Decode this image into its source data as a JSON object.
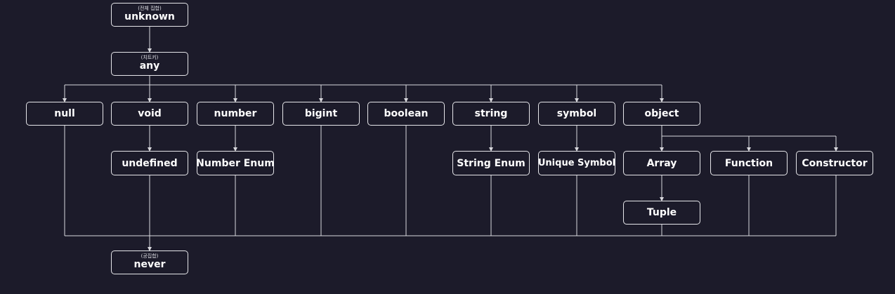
{
  "nodes": {
    "unknown": {
      "label": "unknown",
      "sub": "(전체 집합)"
    },
    "any": {
      "label": "any",
      "sub": "(치트키)"
    },
    "null": {
      "label": "null"
    },
    "void": {
      "label": "void"
    },
    "number": {
      "label": "number"
    },
    "bigint": {
      "label": "bigint"
    },
    "boolean": {
      "label": "boolean"
    },
    "string": {
      "label": "string"
    },
    "symbol": {
      "label": "symbol"
    },
    "object": {
      "label": "object"
    },
    "undefined": {
      "label": "undefined"
    },
    "number_enum": {
      "label": "Number Enum"
    },
    "string_enum": {
      "label": "String Enum"
    },
    "unique_symbol": {
      "label": "Unique Symbol"
    },
    "array": {
      "label": "Array"
    },
    "function": {
      "label": "Function"
    },
    "constructor": {
      "label": "Constructor"
    },
    "tuple": {
      "label": "Tuple"
    },
    "never": {
      "label": "never",
      "sub": "(공집합)"
    }
  },
  "colors": {
    "background": "#1c1b2a",
    "border": "#e6e6ea",
    "text": "#ffffff",
    "edge": "#d9d9de"
  }
}
